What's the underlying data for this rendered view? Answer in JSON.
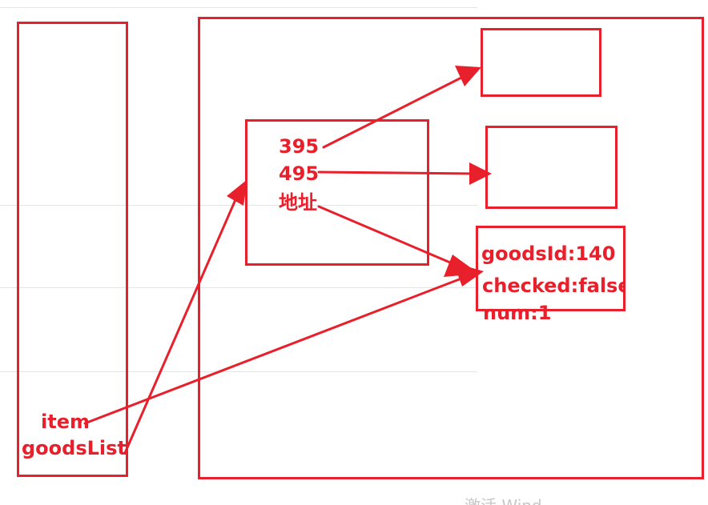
{
  "left_box": {
    "item_label": "item",
    "goodslist_label": "goodsList"
  },
  "middle_box": {
    "values": [
      "395",
      "495",
      "地址"
    ]
  },
  "object_box": {
    "lines": [
      "goodsId:140",
      "checked:false,",
      "num:1"
    ]
  },
  "watermark": "激活 Wind",
  "colors": {
    "accent": "#e8202c",
    "grid_line": "#e4e4e4",
    "watermark": "#c8c8c8"
  }
}
